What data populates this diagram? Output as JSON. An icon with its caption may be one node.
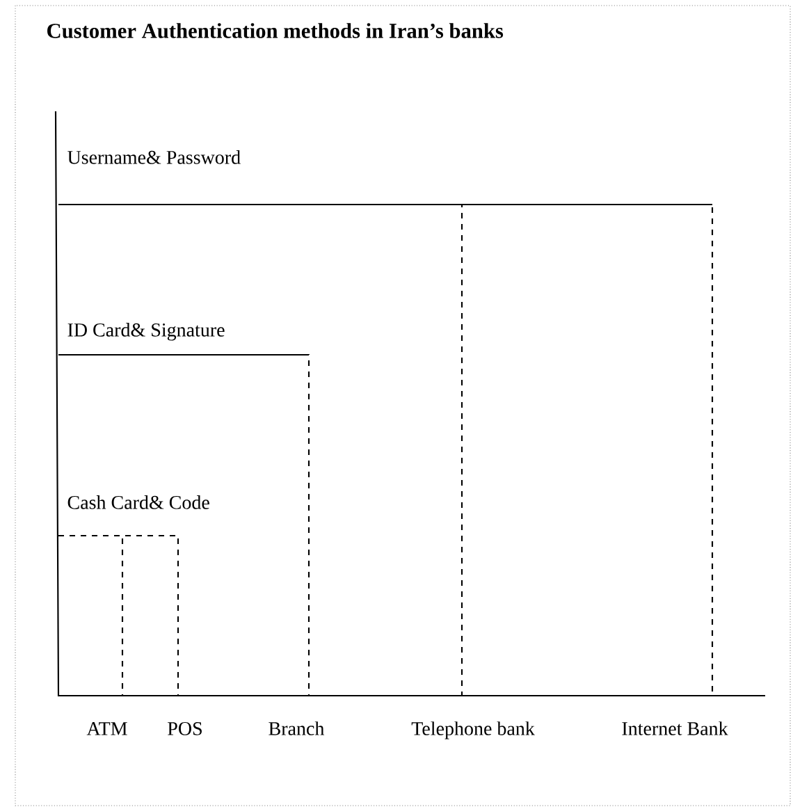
{
  "diagram": {
    "title": "Customer Authentication methods in Iran’s banks",
    "nodes": [
      {
        "text": [
          "Username& Password"
        ]
      },
      {
        "text": [
          "ID Card& Signature"
        ]
      },
      {
        "text": [
          "Cash Card& Code"
        ]
      },
      {
        "text": [
          "ATM"
        ]
      },
      {
        "text": [
          "POS"
        ]
      },
      {
        "text": [
          "Branch"
        ]
      },
      {
        "text": [
          "Telephone bank"
        ]
      },
      {
        "text": [
          "Internet Bank"
        ]
      }
    ],
    "edges": [
      {
        "from": 2,
        "to": 3,
        "arrow": "none",
        "style": "dashed"
      },
      {
        "from": 2,
        "to": 4,
        "arrow": "none",
        "style": "dashed"
      },
      {
        "from": 1,
        "to": 5,
        "arrow": "none",
        "style": "dashed"
      },
      {
        "from": 0,
        "to": 6,
        "arrow": "none",
        "style": "dashed"
      },
      {
        "from": 0,
        "to": 7,
        "arrow": "none",
        "style": "dashed"
      }
    ]
  }
}
